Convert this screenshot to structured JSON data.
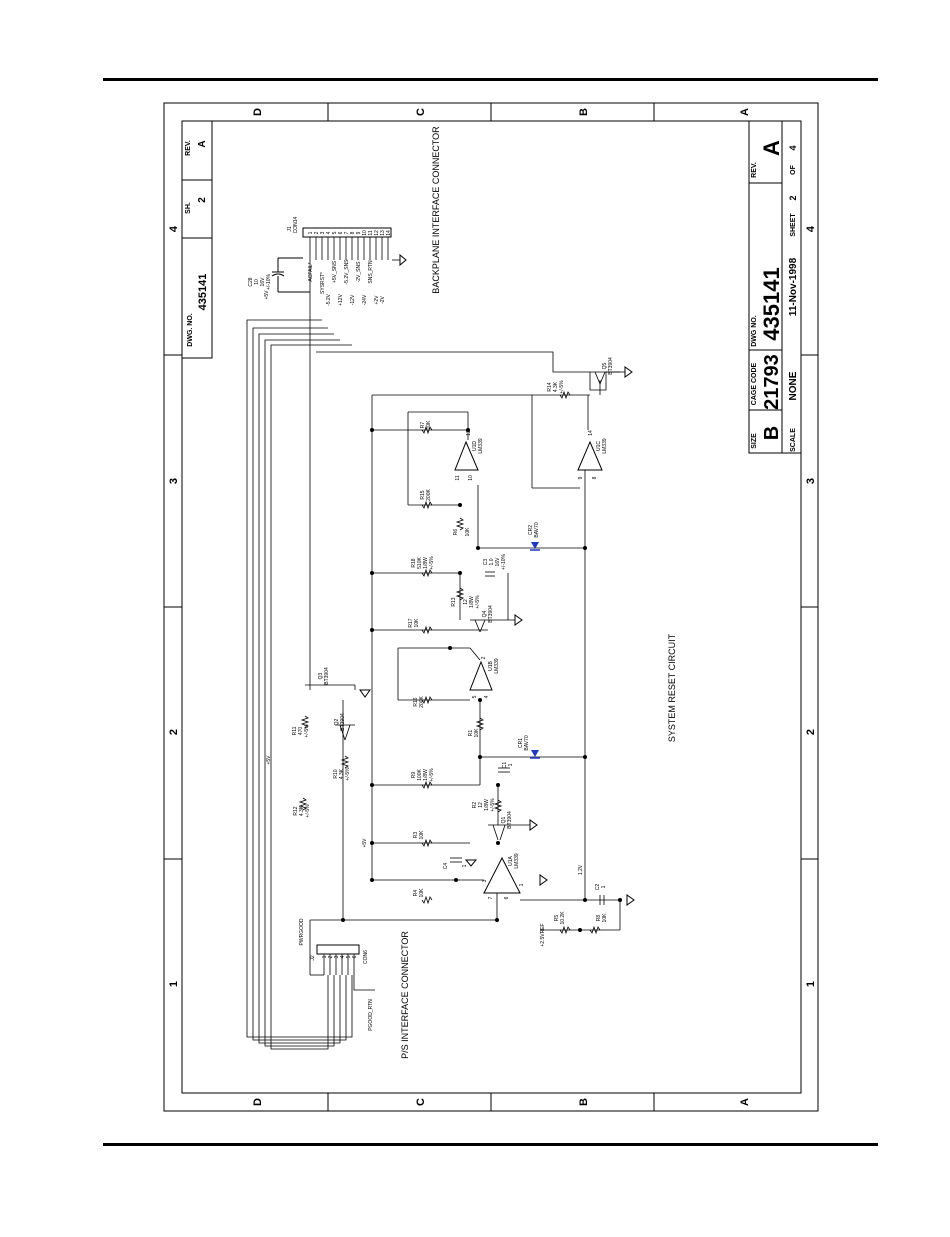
{
  "zones": {
    "rows": [
      "D",
      "C",
      "B",
      "A"
    ],
    "cols": [
      "1",
      "2",
      "3",
      "4"
    ]
  },
  "titleblock": {
    "size_label": "SIZE",
    "size": "B",
    "cage_label": "CAGE CODE",
    "cage": "21793",
    "dwg_label": "DWG NO.",
    "dwg": "435141",
    "rev_label": "REV.",
    "rev": "A",
    "scale_label": "SCALE",
    "scale": "NONE",
    "date": "11-Nov-1998",
    "sheet_label": "SHEET",
    "sheet": "2",
    "of_label": "OF",
    "of": "4"
  },
  "corner": {
    "dwg_label": "DWG. NO.",
    "dwg": "435141",
    "sh_label": "SH.",
    "sh": "2",
    "rev_label": "REV.",
    "rev": "A"
  },
  "captions": {
    "backplane": "BACKPLANE INTERFACE CONNECTOR",
    "ps": "P/S INTERFACE CONNECTOR",
    "circuit": "SYSTEM RESET CIRCUIT"
  },
  "connectors": {
    "j1": {
      "ref": "J1",
      "type": "CON14",
      "pins": [
        "1",
        "2",
        "3",
        "4",
        "5",
        "6",
        "7",
        "8",
        "9",
        "10",
        "11",
        "12",
        "13",
        "14"
      ],
      "nets": [
        "ACFAIL*",
        "SYSRST*",
        "+5V_SNS",
        "-5.2V_SNS",
        "-12V",
        "-2V_SNS",
        "+12V",
        "-24V",
        "SNS_RTN",
        "-5.2V",
        "+2V",
        "-2V"
      ]
    },
    "j2": {
      "ref": "J2",
      "type": "CON6",
      "pins": [
        "1",
        "2",
        "3",
        "4",
        "5",
        "6"
      ],
      "nets": [
        "PWRGOOD",
        "PGOOD_RTN"
      ]
    }
  },
  "components": {
    "c28": [
      "C28",
      "10",
      "16V",
      "+/-10%"
    ],
    "q3": [
      "Q3",
      "BT3904"
    ],
    "q2": [
      "Q2",
      "BT3904"
    ],
    "q1": [
      "Q1",
      "BT3904"
    ],
    "q4": [
      "Q4",
      "BT3904"
    ],
    "q5": [
      "Q5",
      "BT3904"
    ],
    "r11": [
      "R11",
      "470",
      "+/-5%"
    ],
    "r10": [
      "R10",
      "4.3K",
      "+/-5%"
    ],
    "r12": [
      "R12",
      "4.3K",
      "+/-5%"
    ],
    "r9": [
      "R9",
      "100K",
      "1/8W",
      "+/-5%"
    ],
    "r2": [
      "R2",
      "12",
      "1/8W",
      "+/-5%"
    ],
    "r3": [
      "R3",
      "10K"
    ],
    "r4": [
      "R4",
      "10K"
    ],
    "r1": [
      "R1",
      "10K"
    ],
    "r16": [
      "R16",
      "200K"
    ],
    "r17": [
      "R17",
      "10K"
    ],
    "r18": [
      "R18",
      "510K",
      "1/8W",
      "+/-5%"
    ],
    "r13": [
      "R13",
      "12",
      "1/8W",
      "+/-5%"
    ],
    "r6": [
      "R6",
      "10K"
    ],
    "r15": [
      "R15",
      "200K"
    ],
    "r7": [
      "R7",
      "10K"
    ],
    "r14": [
      "R14",
      "4.3K",
      "+/-5%"
    ],
    "r5": [
      "R5",
      "10.2K"
    ],
    "r8": [
      "R8",
      "10K"
    ],
    "c1": [
      "C1",
      "1"
    ],
    "c2": [
      "C2",
      "1"
    ],
    "c3": [
      "C3",
      "1.0",
      "16V",
      "+/-10%"
    ],
    "c4": [
      "C4",
      "1"
    ],
    "cr1": [
      "CR1",
      "BAV70"
    ],
    "cr2": [
      "CR2",
      "BAV70"
    ],
    "u1a": [
      "U1A",
      "LM339"
    ],
    "u1b": [
      "U1B",
      "LM339"
    ],
    "u1c": [
      "U1C",
      "LM339"
    ],
    "u1d": [
      "U1D",
      "LM339"
    ],
    "pins": {
      "u1a": [
        "3",
        "7",
        "6",
        "1"
      ],
      "u1b": [
        "5",
        "4",
        "2"
      ],
      "u1c": [
        "9",
        "8",
        "14"
      ],
      "u1d": [
        "11",
        "10",
        "13"
      ]
    },
    "nets": {
      "p5v": "+5V",
      "ref": "+2.5VREF",
      "v12": "1.2V"
    }
  }
}
